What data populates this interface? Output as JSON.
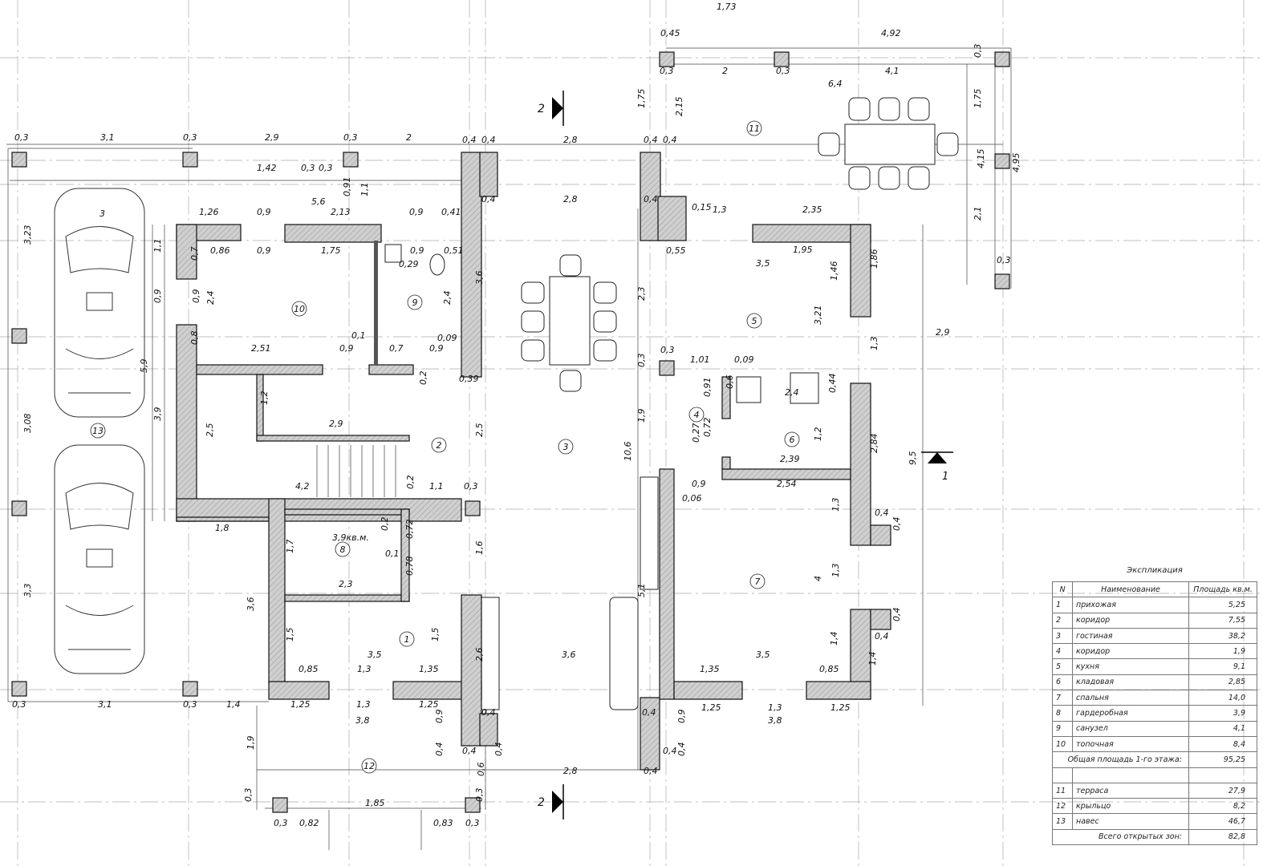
{
  "explication": {
    "title": "Экспликация",
    "headers": {
      "n": "N",
      "name": "Наименование",
      "area": "Площадь кв.м."
    },
    "rooms": [
      {
        "n": "1",
        "name": "прихожая",
        "area": "5,25"
      },
      {
        "n": "2",
        "name": "коридор",
        "area": "7,55"
      },
      {
        "n": "3",
        "name": "гостиная",
        "area": "38,2"
      },
      {
        "n": "4",
        "name": "коридор",
        "area": "1,9"
      },
      {
        "n": "5",
        "name": "кухня",
        "area": "9,1"
      },
      {
        "n": "6",
        "name": "кладовая",
        "area": "2,85"
      },
      {
        "n": "7",
        "name": "спальня",
        "area": "14,0"
      },
      {
        "n": "8",
        "name": "гардеробная",
        "area": "3,9"
      },
      {
        "n": "9",
        "name": "санузел",
        "area": "4,1"
      },
      {
        "n": "10",
        "name": "топочная",
        "area": "8,4"
      }
    ],
    "total_floor_label": "Общая площадь 1-го этажа:",
    "total_floor_value": "95,25",
    "open_zones": [
      {
        "n": "11",
        "name": "терраса",
        "area": "27,9"
      },
      {
        "n": "12",
        "name": "крыльцо",
        "area": "8,2"
      },
      {
        "n": "13",
        "name": "навес",
        "area": "46,7"
      }
    ],
    "total_open_label": "Всего открытых зон:",
    "total_open_value": "82,8"
  },
  "plan": {
    "room_numbers": [
      "1",
      "2",
      "3",
      "4",
      "5",
      "6",
      "7",
      "8",
      "9",
      "10",
      "11",
      "12",
      "13"
    ],
    "wardrobe_area_label": "3,9кв.м.",
    "section_marks": [
      "2",
      "2",
      "1"
    ],
    "dimensions": [
      "0,3",
      "3,1",
      "0,3",
      "2,9",
      "0,3",
      "2",
      "0,4",
      "0,4",
      "2,8",
      "0,4",
      "0,4",
      "1,73",
      "0,45",
      "4,92",
      "0,3",
      "2",
      "0,3",
      "4,1",
      "6,4",
      "0,3",
      "1,75",
      "4,15",
      "4,95",
      "2,1",
      "0,3",
      "2,9",
      "1,75",
      "2,15",
      "1,42",
      "0,3",
      "0,3",
      "5,6",
      "2,13",
      "0,91",
      "1,1",
      "1,26",
      "0,9",
      "0,9",
      "0,41",
      "0,4",
      "2,8",
      "0,4",
      "0,15",
      "1,3",
      "2,35",
      "3",
      "3,23",
      "1,1",
      "0,86",
      "0,9",
      "1,75",
      "0,9",
      "0,51",
      "0,29",
      "0,55",
      "1,95",
      "3,5",
      "1,46",
      "1,86",
      "0,7",
      "2,4",
      "0,9",
      "0,9",
      "2,4",
      "3,6",
      "2,3",
      "3,21",
      "0,1",
      "0,09",
      "2,51",
      "0,9",
      "0,7",
      "0,9",
      "0,8",
      "0,3",
      "1,01",
      "0,09",
      "1,3",
      "0,3",
      "0,2",
      "0,39",
      "5,9",
      "0,6",
      "0,91",
      "0,44",
      "2,4",
      "1,2",
      "2,9",
      "3,9",
      "3,08",
      "1,9",
      "2,5",
      "2,5",
      "0,27",
      "0,72",
      "1,2",
      "2,84",
      "9,5",
      "2,39",
      "10,6",
      "4,2",
      "0,2",
      "1,1",
      "0,3",
      "0,9",
      "2,54",
      "0,06",
      "1,3",
      "0,4",
      "0,4",
      "1,8",
      "0,2",
      "0,72",
      "0,1",
      "1,7",
      "1,6",
      "0,78",
      "2,3",
      "1,3",
      "4",
      "5,1",
      "3,6",
      "3,3",
      "0,4",
      "0,4",
      "1,5",
      "1,5",
      "1,4",
      "1,4",
      "3,5",
      "3,6",
      "3,5",
      "2,6",
      "0,85",
      "1,3",
      "1,35",
      "1,35",
      "0,85",
      "0,3",
      "3,1",
      "0,3",
      "1,4",
      "1,25",
      "1,3",
      "1,25",
      "0,4",
      "0,4",
      "1,25",
      "1,3",
      "1,25",
      "3,8",
      "3,8",
      "0,9",
      "0,9",
      "1,9",
      "0,4",
      "0,4",
      "0,4",
      "0,4",
      "0,4",
      "0,6",
      "2,8",
      "0,4",
      "0,3",
      "1,85",
      "0,3",
      "0,3",
      "0,82",
      "0,83",
      "0,3"
    ]
  },
  "colors": {
    "wall": "#cfcfcf",
    "line": "#1a1a1a",
    "grid": "#9a9a9a"
  }
}
